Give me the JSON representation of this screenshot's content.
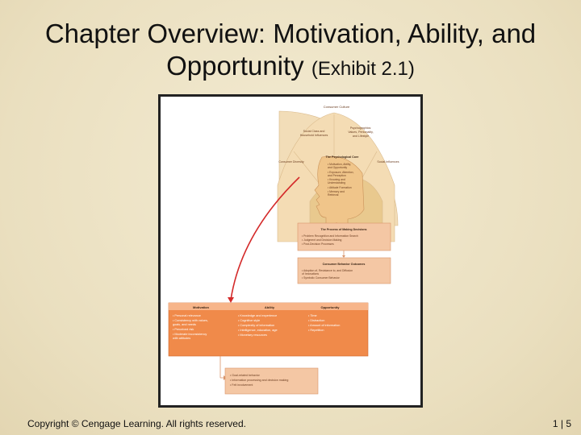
{
  "slide": {
    "title_main": "Chapter Overview: Motivation, Ability, and Opportunity",
    "title_suffix": "(Exhibit 2.1)",
    "copyright": "Copyright © Cengage Learning. All rights reserved.",
    "page_number": "1 | 5"
  },
  "colors": {
    "background": "#ece2c4",
    "fan_outer": "#f2ddb8",
    "fan_inner": "#e9c98e",
    "head": "#f0c58a",
    "box_fill": "#f4c7a4",
    "box_border": "#d8946a",
    "mao_fill": "#f08a4a",
    "arrow": "#d42a2a"
  },
  "diagram": {
    "outer_label": "Consumer Culture",
    "fan": {
      "top_left": [
        "Social Class and",
        "Household Influences"
      ],
      "top_right": [
        "Psychographics:",
        "Values, Personality,",
        "and Lifestyle"
      ],
      "left": "Consumer Diversity",
      "right": "Social Influences"
    },
    "core": {
      "title": "The Psychological Core",
      "items": [
        "• Motivation, Ability,",
        "  and Opportunity",
        "• Exposure, Attention,",
        "  and Perception",
        "• Knowing and",
        "  Understanding",
        "• Attitude Formation",
        "• Memory and",
        "  Retrieval"
      ]
    },
    "decision": {
      "title": "The Process of Making Decisions",
      "items": [
        "• Problem Recognition and Information Search",
        "• Judgment and Decision Making",
        "• Post-Decision Processes"
      ]
    },
    "outcomes": {
      "title": "Consumer Behavior Outcomes",
      "items": [
        "• Adoption of, Resistance to, and Diffusion",
        "  of Innovations",
        "• Symbolic Consumer Behavior"
      ]
    },
    "mao": {
      "motivation_title": "Motivation",
      "motivation_items": [
        "• Personal relevance",
        "• Consistency with values,",
        "  goals, and needs",
        "• Perceived risk",
        "• Moderate inconsistency",
        "  with attitudes"
      ],
      "ability_title": "Ability",
      "ability_items": [
        "• Knowledge and experience",
        "• Cognitive style",
        "• Complexity of information",
        "• Intelligence, education, age",
        "• Monetary resources"
      ],
      "opportunity_title": "Opportunity",
      "opportunity_items": [
        "• Time",
        "• Distraction",
        "• Amount of information",
        "• Repetition"
      ]
    },
    "result": {
      "items": [
        "• Goal-related behavior",
        "• Information processing and decision making",
        "• Felt involvement"
      ]
    }
  }
}
